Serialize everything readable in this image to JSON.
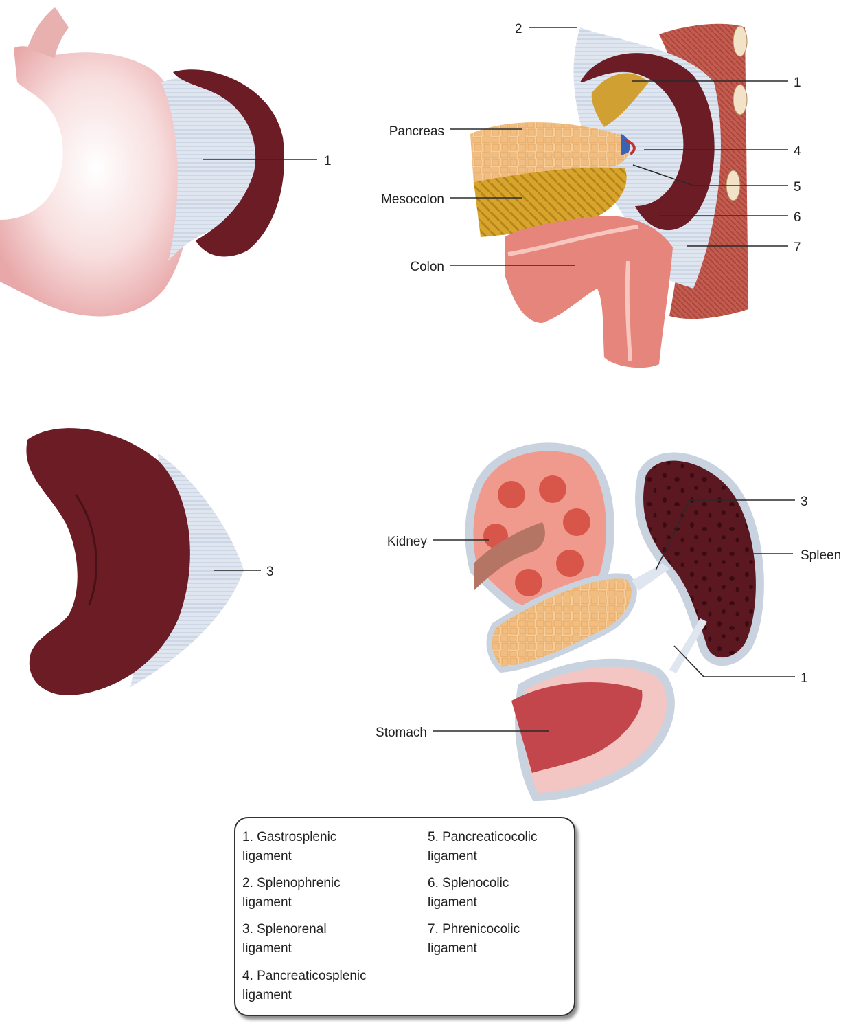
{
  "labels": {
    "top_left_1": "1",
    "top_right_2": "2",
    "top_right_1": "1",
    "top_right_4": "4",
    "top_right_5": "5",
    "top_right_6": "6",
    "top_right_7": "7",
    "pancreas": "Pancreas",
    "mesocolon": "Mesocolon",
    "colon": "Colon",
    "bottom_left_3": "3",
    "bottom_right_3": "3",
    "kidney": "Kidney",
    "spleen": "Spleen",
    "bottom_right_1": "1",
    "stomach": "Stomach"
  },
  "legend": {
    "items": [
      {
        "line1": "1. Gastrosplenic",
        "line2": "ligament"
      },
      {
        "line1": "2. Splenophrenic",
        "line2": "ligament"
      },
      {
        "line1": "3. Splenorenal",
        "line2": "ligament"
      },
      {
        "line1": "4. Pancreaticosplenic",
        "line2": "ligament"
      },
      {
        "line1": "5. Pancreaticocolic",
        "line2": "ligament"
      },
      {
        "line1": "6. Splenocolic",
        "line2": "ligament"
      },
      {
        "line1": "7. Phrenicocolic",
        "line2": "ligament"
      }
    ]
  },
  "colors": {
    "spleen": "#6b1c24",
    "ligament": "#d8e1ee",
    "stomach": "#f0b6b3",
    "pancreas": "#f6cb96",
    "mesocolon": "#d9a62c",
    "colon": "#e6837a",
    "kidney": "#f09a8d",
    "muscle": "#c0594e"
  }
}
